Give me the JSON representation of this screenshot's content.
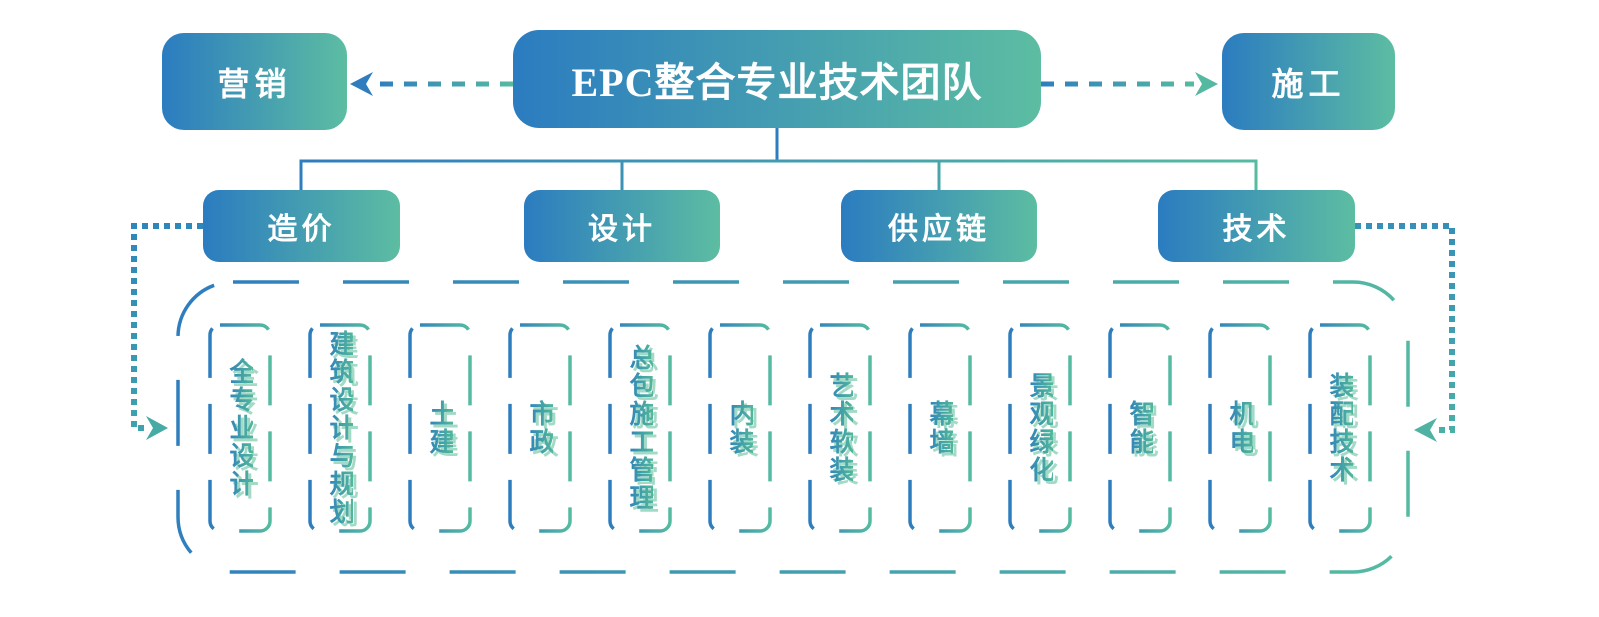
{
  "root": {
    "label": "EPC整合专业技术团队"
  },
  "side_nodes": {
    "left": "营销",
    "right": "施工"
  },
  "categories": [
    "造价",
    "设计",
    "供应链",
    "技术"
  ],
  "units": [
    "全专业设计",
    "建筑设计与规划",
    "土建",
    "市政",
    "总包施工管理",
    "内装",
    "艺术软装",
    "幕墙",
    "景观绿化",
    "智能",
    "机电",
    "装配技术"
  ],
  "colors": {
    "node_gradient_blue": "#2b7cc0",
    "node_gradient_green": "#5cbda2",
    "node_text": "#ffffff",
    "connector_blue": "#2e7dbf",
    "connector_green": "#55bba1",
    "dotted_loop_teal": "#3fa3ad",
    "unit_text_green": "#4cb09c",
    "unit_text_shadow": "#a3dac6"
  }
}
